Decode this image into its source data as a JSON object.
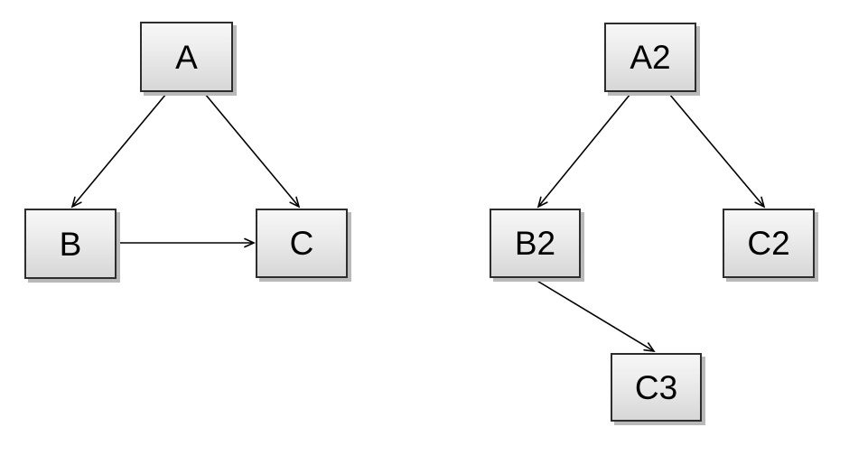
{
  "diagrams": {
    "left": {
      "nodes": [
        {
          "id": "A",
          "label": "A"
        },
        {
          "id": "B",
          "label": "B"
        },
        {
          "id": "C",
          "label": "C"
        }
      ],
      "edges": [
        {
          "from": "A",
          "to": "B"
        },
        {
          "from": "A",
          "to": "C"
        },
        {
          "from": "B",
          "to": "C"
        }
      ]
    },
    "right": {
      "nodes": [
        {
          "id": "A2",
          "label": "A2"
        },
        {
          "id": "B2",
          "label": "B2"
        },
        {
          "id": "C2",
          "label": "C2"
        },
        {
          "id": "C3",
          "label": "C3"
        }
      ],
      "edges": [
        {
          "from": "A2",
          "to": "B2"
        },
        {
          "from": "A2",
          "to": "C2"
        },
        {
          "from": "B2",
          "to": "C3"
        }
      ]
    }
  },
  "colors": {
    "background": "#ffffff",
    "node_border": "#2d2d2d",
    "node_fill_top": "#f7f7f7",
    "node_fill_bottom": "#d7d7d7",
    "node_shadow": "#b9b9b9",
    "edge": "#000000",
    "label_text": "#000000"
  }
}
